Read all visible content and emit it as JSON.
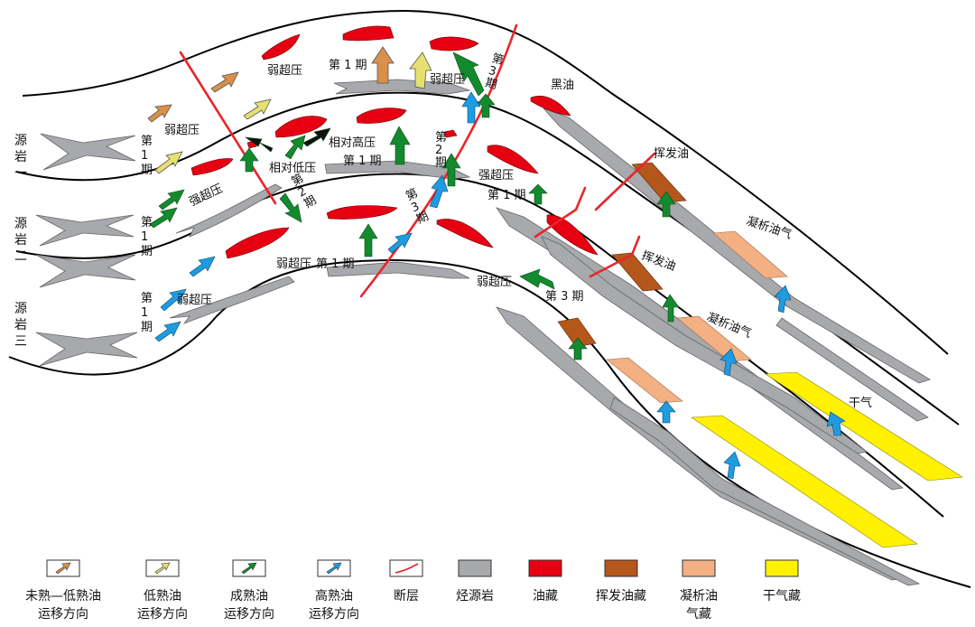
{
  "source_rocks": [
    {
      "name": "源岩一"
    },
    {
      "name": "源岩二"
    },
    {
      "name": "源岩三"
    }
  ],
  "labels": {
    "weak_overpressure": "弱超压",
    "strong_overpressure": "强超压",
    "relative_high_pressure": "相对高压",
    "relative_low_pressure": "相对低压",
    "stage_1": "第 1 期",
    "stage_2": "第 2 期",
    "stage_3": "第 3 期",
    "stage_1_vertical": "第1期",
    "stage_2_vertical": "第2期",
    "stage_3_vertical": "第3期",
    "black_oil": "黑油",
    "volatile_oil": "挥发油",
    "condensate_gas": "凝析油气",
    "dry_gas": "干气"
  },
  "legend": [
    {
      "key": "immature_low_mature_migration",
      "line1": "未熟—低熟油",
      "line2": "运移方向",
      "color": "#d9904a"
    },
    {
      "key": "low_mature_migration",
      "line1": "低熟油",
      "line2": "运移方向",
      "color": "#e6e070"
    },
    {
      "key": "mature_migration",
      "line1": "成熟油",
      "line2": "运移方向",
      "color": "#138a2e"
    },
    {
      "key": "high_mature_migration",
      "line1": "高熟油",
      "line2": "运移方向",
      "color": "#1f9be0"
    },
    {
      "key": "fault",
      "line1": "断层",
      "line2": "",
      "color": "#e8262b"
    },
    {
      "key": "hydrocarbon_source_rock",
      "line1": "烃源岩",
      "line2": "",
      "color": "#a7a9ac"
    },
    {
      "key": "oil_reservoir",
      "line1": "油藏",
      "line2": "",
      "color": "#e60012"
    },
    {
      "key": "volatile_oil_reservoir",
      "line1": "挥发油藏",
      "line2": "",
      "color": "#b5561b"
    },
    {
      "key": "condensate_gas_reservoir",
      "line1": "凝析油",
      "line2": "气藏",
      "color": "#f2b083"
    },
    {
      "key": "dry_gas_reservoir",
      "line1": "干气藏",
      "line2": "",
      "color": "#fff100"
    }
  ],
  "colors": {
    "stratum_line": "#000000",
    "fault": "#e8262b",
    "source_rock": "#a7a9ac",
    "oil": "#e60012",
    "volatile": "#b5561b",
    "condensate": "#f2b083",
    "dry_gas": "#fff100",
    "arrow_immature": "#d9904a",
    "arrow_low": "#e6e070",
    "arrow_mature": "#138a2e",
    "arrow_high": "#1f9be0",
    "arrow_pressure": "#111111"
  }
}
